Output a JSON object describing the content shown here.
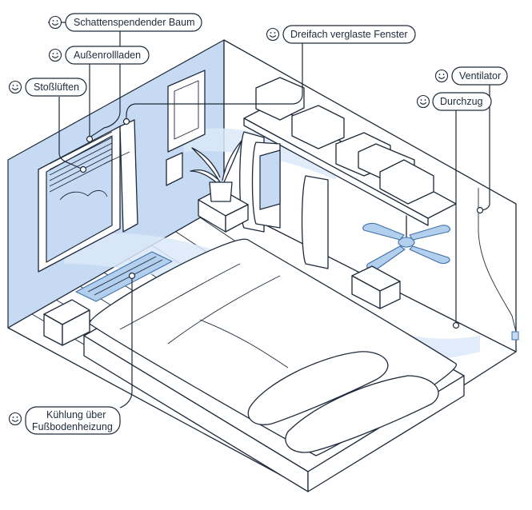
{
  "labels": {
    "baum": "Schattenspendender Baum",
    "rollladen": "Außenrollladen",
    "stossluften": "Stoßlüften",
    "fenster": "Dreifach verglaste Fenster",
    "ventilator": "Ventilator",
    "durchzug": "Durchzug",
    "kuehlung_line1": "Kühlung über",
    "kuehlung_line2": "Fußbodenheizung"
  },
  "icons": {
    "smiley": "smiley-icon"
  },
  "colors": {
    "wall_blue": "#c6dbf3",
    "line": "#1e2a3a",
    "airflow_blue": "#dbe9f8"
  }
}
